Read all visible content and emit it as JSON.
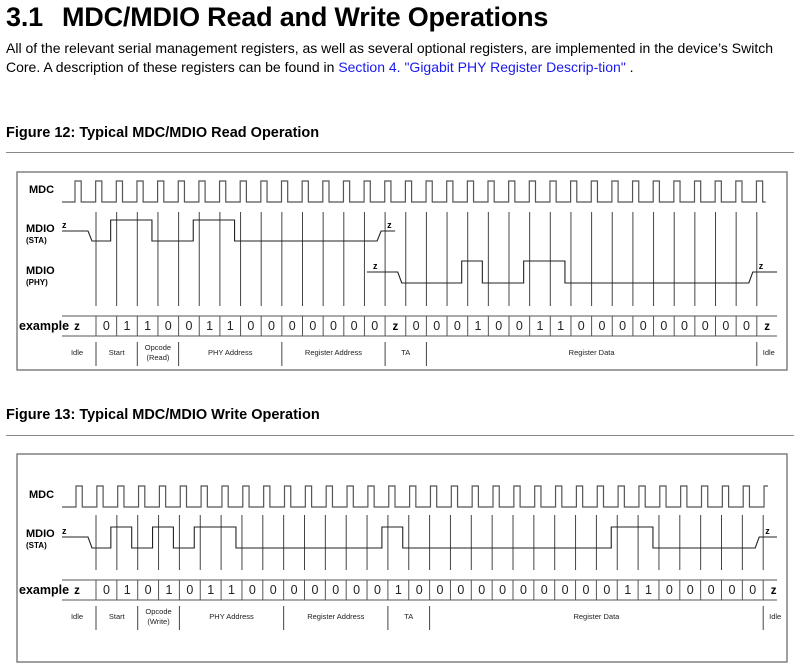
{
  "section": {
    "number": "3.1",
    "title": "MDC/MDIO Read and Write Operations"
  },
  "paragraph": {
    "text_before_link": "All of the relevant serial management registers, as well as several optional registers, are implemented in the device’s Switch Core. A description of these registers can be found in ",
    "link_text": "Section 4. \"Gigabit PHY Register Descrip-tion\"",
    "text_after_link": " .",
    "link_color": "#1a1aee"
  },
  "figures": [
    {
      "id": "figure-12",
      "label": "Figure 12:",
      "title": "Typical MDC/MDIO Read Operation",
      "signals": {
        "mdc": "MDC",
        "sta": "MDIO",
        "sta_sub": "(STA)",
        "phy": "MDIO",
        "phy_sub": "(PHY)",
        "example": "example"
      },
      "bits": [
        "z",
        "0",
        "1",
        "1",
        "0",
        "0",
        "1",
        "1",
        "0",
        "0",
        "0",
        "0",
        "0",
        "0",
        "0",
        "z",
        "0",
        "0",
        "0",
        "1",
        "0",
        "0",
        "1",
        "1",
        "0",
        "0",
        "0",
        "0",
        "0",
        "0",
        "0",
        "0",
        "0",
        "z"
      ],
      "sta_bits": "z0110011000000000zzzzzzzzzzzzzzzzzz",
      "phy_bits": "zzzzzzzzzzzzzzz z00010011000000000z",
      "fields": [
        {
          "label": "Idle",
          "cells": 1
        },
        {
          "label": "Start",
          "cells": 2
        },
        {
          "label": "Opcode\n(Read)",
          "cells": 2
        },
        {
          "label": "PHY Address",
          "cells": 5
        },
        {
          "label": "Register Address",
          "cells": 5
        },
        {
          "label": "TA",
          "cells": 2
        },
        {
          "label": "Register Data",
          "cells": 16
        },
        {
          "label": "Idle",
          "cells": 1
        }
      ]
    },
    {
      "id": "figure-13",
      "label": "Figure 13:",
      "title": "Typical MDC/MDIO Write Operation",
      "signals": {
        "mdc": "MDC",
        "sta": "MDIO",
        "sta_sub": "(STA)",
        "example": "example"
      },
      "bits": [
        "z",
        "0",
        "1",
        "0",
        "1",
        "0",
        "1",
        "1",
        "0",
        "0",
        "0",
        "0",
        "0",
        "0",
        "0",
        "1",
        "0",
        "0",
        "0",
        "0",
        "0",
        "0",
        "0",
        "0",
        "0",
        "0",
        "1",
        "1",
        "0",
        "0",
        "0",
        "0",
        "0",
        "z"
      ],
      "fields": [
        {
          "label": "Idle",
          "cells": 1
        },
        {
          "label": "Start",
          "cells": 2
        },
        {
          "label": "Opcode\n(Write)",
          "cells": 2
        },
        {
          "label": "PHY Address",
          "cells": 5
        },
        {
          "label": "Register Address",
          "cells": 5
        },
        {
          "label": "TA",
          "cells": 2
        },
        {
          "label": "Register Data",
          "cells": 16
        },
        {
          "label": "Idle",
          "cells": 1
        }
      ]
    }
  ]
}
